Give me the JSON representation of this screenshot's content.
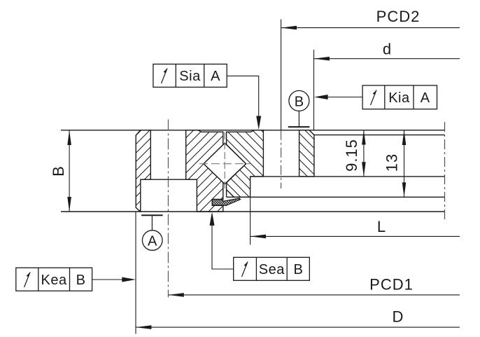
{
  "drawing": {
    "type": "bearing-cross-section",
    "dimensions": {
      "pcd2": "PCD2",
      "d_inner": "d",
      "width": "B",
      "h915": "9.15",
      "h13": "13",
      "l_len": "L",
      "pcd1": "PCD1",
      "d_outer": "D"
    },
    "tolerance_frames": {
      "sia": {
        "symbol": "circular-runout-arrow",
        "characteristic": "Sia",
        "datum": "A"
      },
      "kia": {
        "symbol": "circular-runout-arrow",
        "characteristic": "Kia",
        "datum": "A"
      },
      "kea": {
        "symbol": "circular-runout-arrow",
        "characteristic": "Kea",
        "datum": "B"
      },
      "sea": {
        "symbol": "circular-runout-arrow",
        "characteristic": "Sea",
        "datum": "B"
      }
    },
    "datums": {
      "a": "A",
      "b": "B"
    },
    "colors": {
      "line": "#1a1a1a",
      "centerline": "#4d4d4d",
      "roller_centerline": "#7a7a7a",
      "background": "#ffffff"
    }
  }
}
